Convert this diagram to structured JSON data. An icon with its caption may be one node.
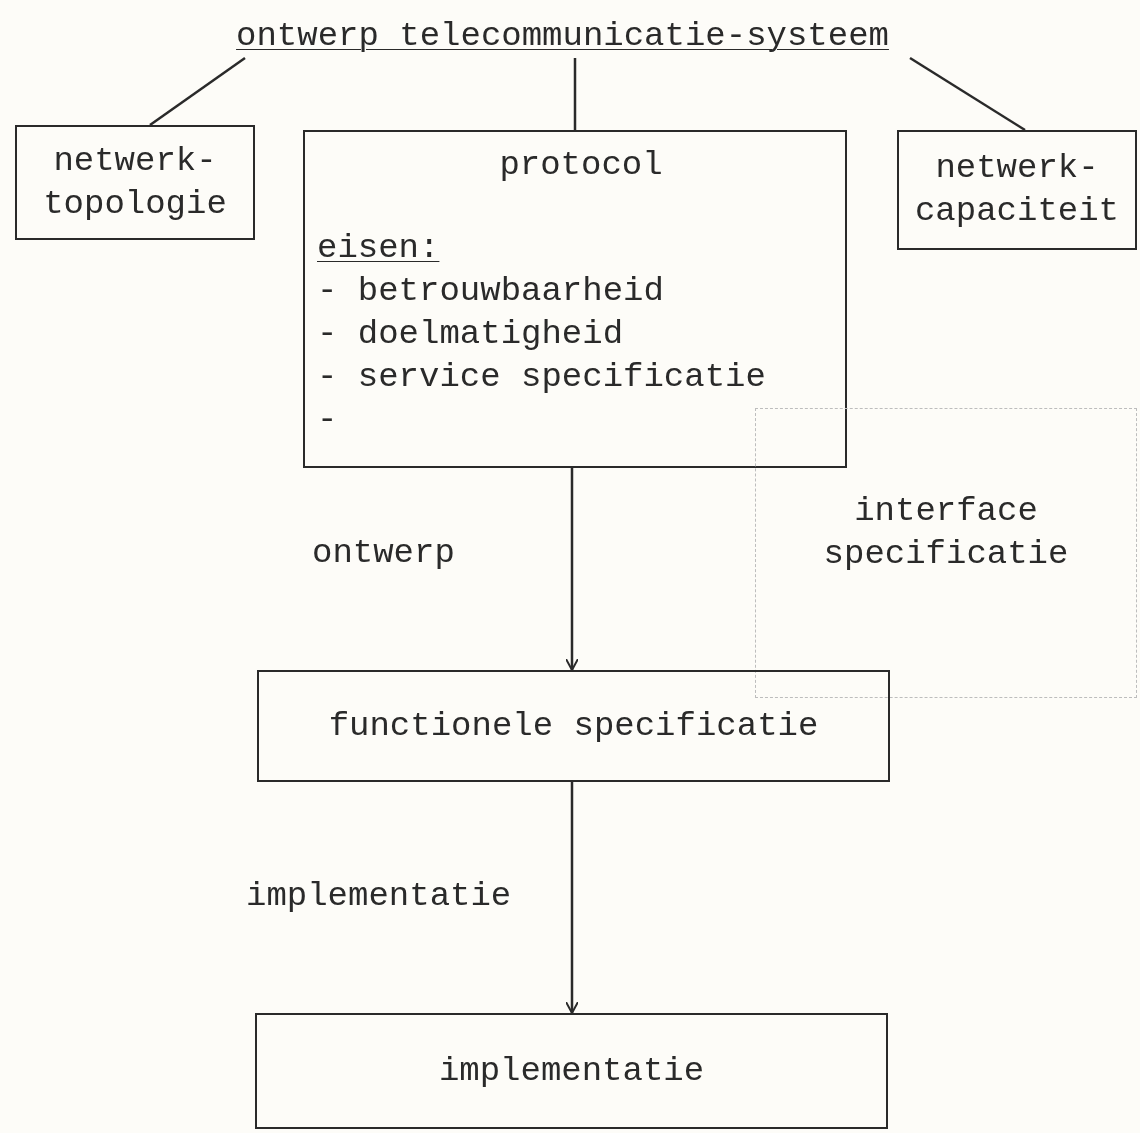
{
  "diagram": {
    "nodes": [
      {
        "text": [
          "ontwerp telecommunicatie-systeem"
        ]
      },
      {
        "text": [
          "netwerk- topologie"
        ]
      },
      {
        "text": [
          "protocol",
          "eisen:",
          "- betrouwbaarheid",
          "- doelmatigheid",
          "- service specificatie",
          "-"
        ]
      },
      {
        "text": [
          "netwerk- capaciteit"
        ]
      },
      {
        "text": [
          "interface specificatie"
        ]
      },
      {
        "text": [
          "functionele specificatie"
        ]
      },
      {
        "text": [
          "implementatie"
        ]
      }
    ],
    "edges": [
      {
        "from": 0,
        "to": 1,
        "arrow": "none"
      },
      {
        "from": 0,
        "to": 2,
        "arrow": "none"
      },
      {
        "from": 0,
        "to": 3,
        "arrow": "none"
      },
      {
        "from": 2,
        "to": 5,
        "arrow": "to",
        "label": "ontwerp"
      },
      {
        "from": 5,
        "to": 6,
        "arrow": "to",
        "label": "implementatie"
      }
    ]
  }
}
